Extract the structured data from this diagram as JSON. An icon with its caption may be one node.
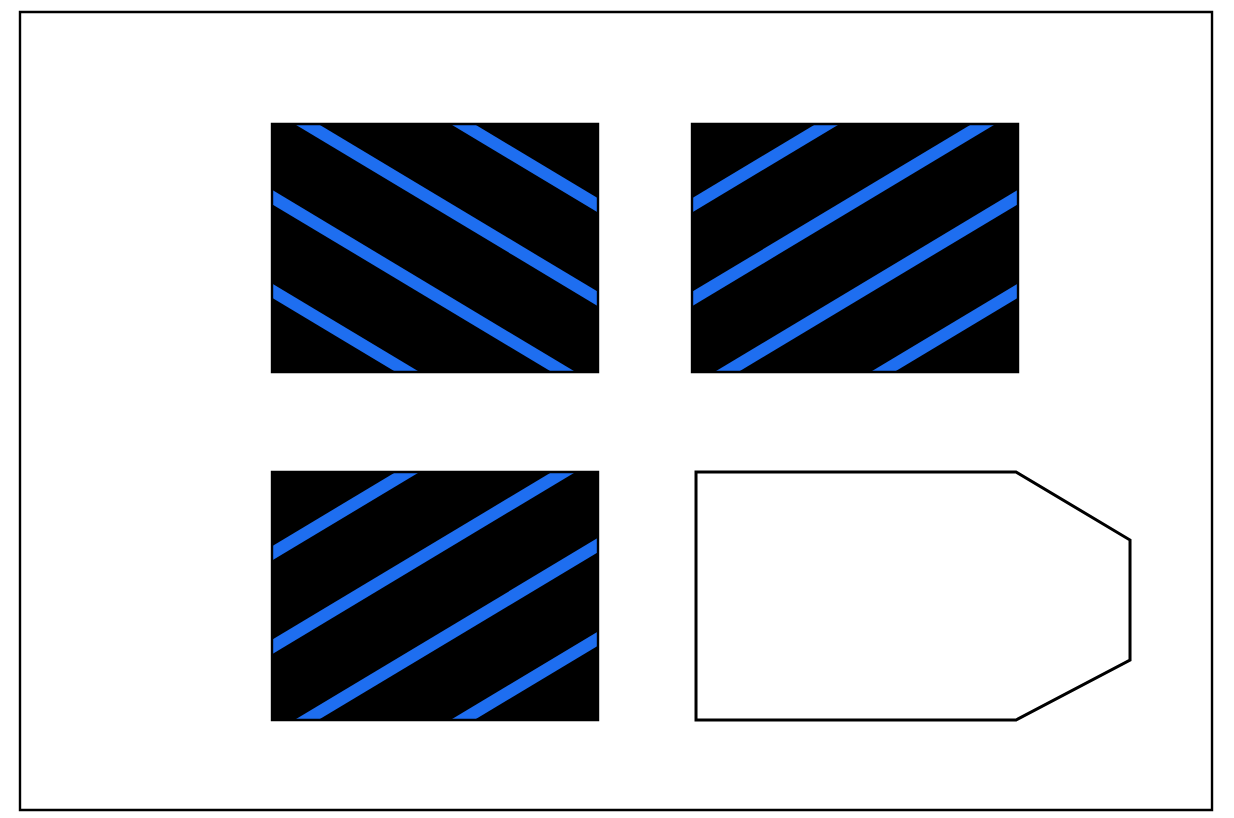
{
  "diagram": {
    "nodes": [
      {
        "text": [],
        "shape": "box"
      },
      {
        "text": [],
        "shape": "box"
      },
      {
        "text": [],
        "shape": "box"
      },
      {
        "text": [],
        "shape": "pentagon"
      }
    ]
  }
}
